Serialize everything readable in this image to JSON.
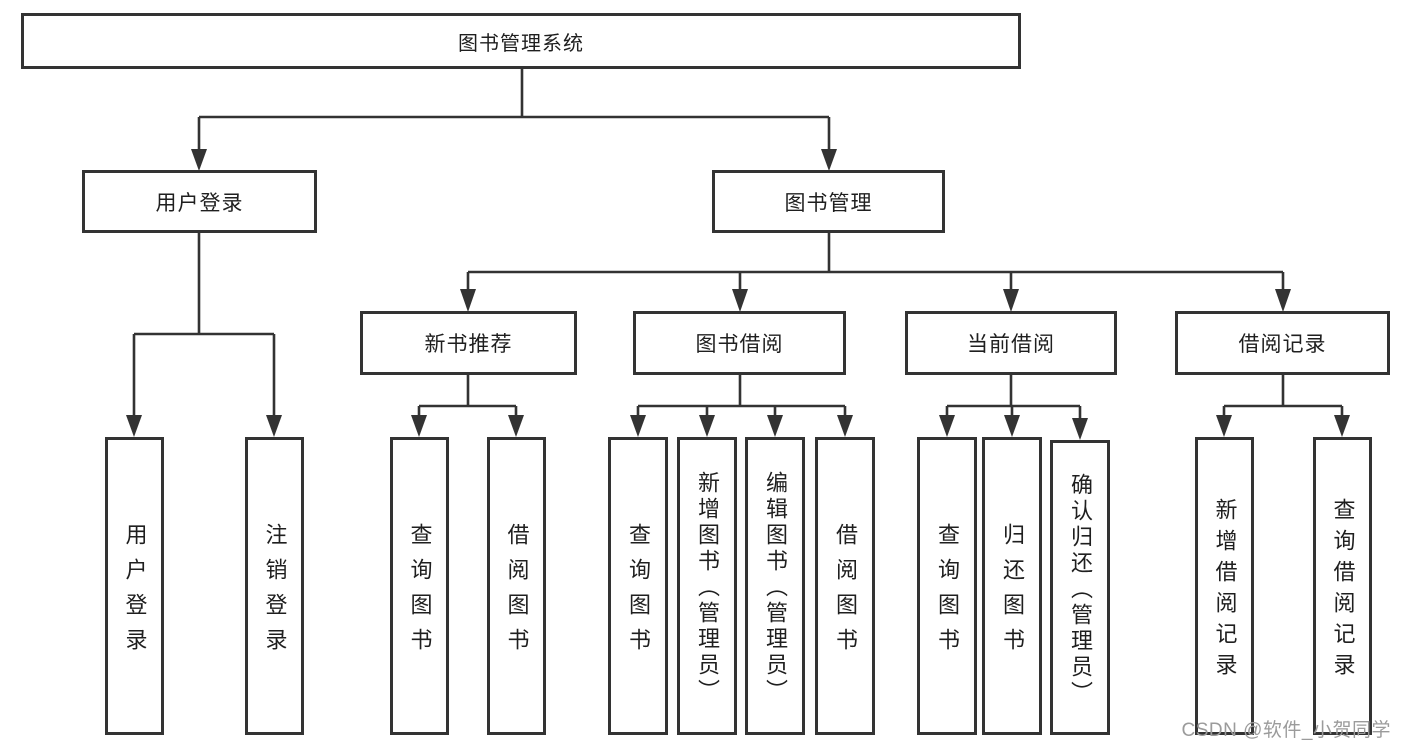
{
  "diagram": {
    "title_node": {
      "label": "图书管理系统"
    },
    "level2": [
      {
        "label": "用户登录"
      },
      {
        "label": "图书管理"
      }
    ],
    "level3": [
      {
        "label": "新书推荐",
        "parent": "图书管理"
      },
      {
        "label": "图书借阅",
        "parent": "图书管理"
      },
      {
        "label": "当前借阅",
        "parent": "图书管理"
      },
      {
        "label": "借阅记录",
        "parent": "图书管理"
      }
    ],
    "leaves": [
      {
        "label": "用户登录",
        "parent": "用户登录"
      },
      {
        "label": "注销登录",
        "parent": "用户登录"
      },
      {
        "label": "查询图书",
        "parent": "新书推荐"
      },
      {
        "label": "借阅图书",
        "parent": "新书推荐"
      },
      {
        "label": "查询图书",
        "parent": "图书借阅"
      },
      {
        "label": "新增图书（管理员）",
        "parent": "图书借阅"
      },
      {
        "label": "编辑图书（管理员）",
        "parent": "图书借阅"
      },
      {
        "label": "借阅图书",
        "parent": "图书借阅"
      },
      {
        "label": "查询图书",
        "parent": "当前借阅"
      },
      {
        "label": "归还图书",
        "parent": "当前借阅"
      },
      {
        "label": "确认归还（管理员）",
        "parent": "当前借阅"
      },
      {
        "label": "新增借阅记录",
        "parent": "借阅记录"
      },
      {
        "label": "查询借阅记录",
        "parent": "借阅记录"
      }
    ],
    "watermark": "CSDN @软件_小贺同学",
    "colors": {
      "line": "#333333",
      "border": "#333333",
      "text": "#1f1f1f",
      "background": "#ffffff",
      "watermark": "#9b9b9b"
    }
  }
}
